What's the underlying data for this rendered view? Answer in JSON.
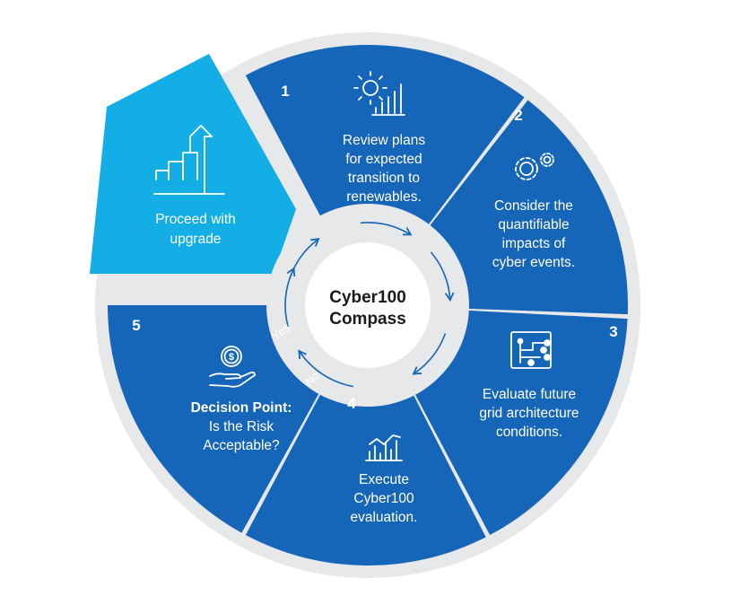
{
  "center": {
    "line1": "Cyber100",
    "line2": "Compass"
  },
  "colors": {
    "step": "#1565b8",
    "upgrade": "#14aee6",
    "ring": "#e7e8ea",
    "arrow": "#1565b8"
  },
  "segments": [
    {
      "number": "1",
      "icon": "sun-growth-icon",
      "lines": [
        "Review plans",
        "for expected",
        "transition to",
        "renewables."
      ]
    },
    {
      "number": "2",
      "icon": "gears-icon",
      "lines": [
        "Consider the",
        "quantifiable",
        "impacts of",
        "cyber events."
      ]
    },
    {
      "number": "3",
      "icon": "network-diagram-icon",
      "lines": [
        "Evaluate future",
        "grid architecture",
        "conditions."
      ]
    },
    {
      "number": "4",
      "icon": "analytics-chart-icon",
      "lines": [
        "Execute",
        "Cyber100",
        "evaluation."
      ]
    },
    {
      "number": "5",
      "icon": "hand-dollar-icon",
      "bold_line": "Decision Point:",
      "lines": [
        "Is the Risk",
        "Acceptable?"
      ]
    }
  ],
  "upgrade": {
    "icon": "growth-arrow-icon",
    "lines": [
      "Proceed with",
      "upgrade"
    ]
  },
  "branches": {
    "yes": "Yes",
    "no": "No"
  }
}
